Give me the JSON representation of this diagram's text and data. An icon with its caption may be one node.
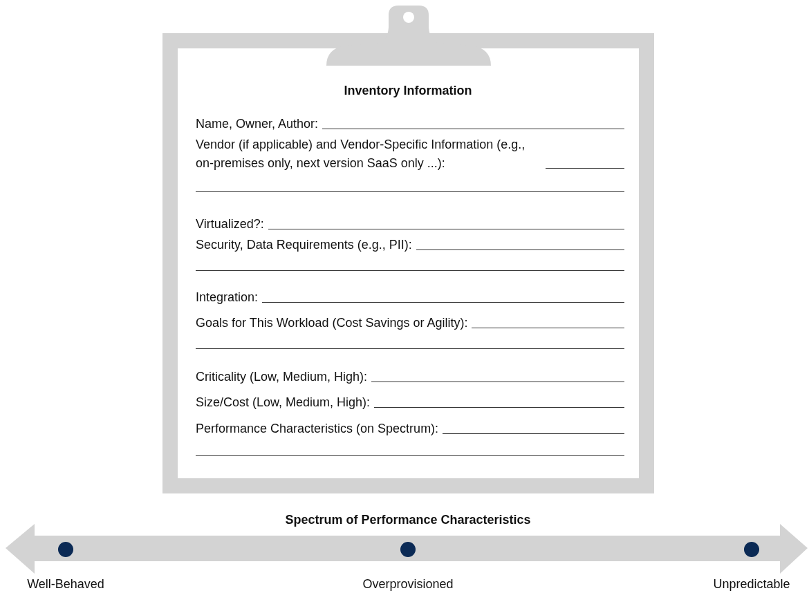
{
  "diagram": {
    "labels": [
      "Inventory Information",
      "Name, Owner, Author:",
      "Vendor (if applicable) and Vendor-Specific Information (e.g., on-premises only, next version SaaS only ...):",
      "Virtualized?:",
      "Security, Data Requirements (e.g., PII):",
      "Integration:",
      "Goals for This Workload (Cost Savings or Agility):",
      "Criticality (Low, Medium, High):",
      "Size/Cost (Low, Medium, High):",
      "Performance Characteristics (on Spectrum):",
      "Spectrum of Performance Characteristics",
      "Well-Behaved",
      "Overprovisioned",
      "Unpredictable"
    ]
  }
}
